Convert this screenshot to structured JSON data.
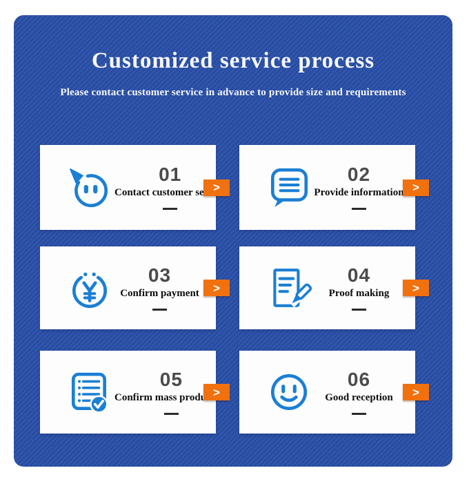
{
  "header": {
    "title": "Customized service process",
    "subtitle": "Please contact customer service in advance to provide size and requirements"
  },
  "steps": [
    {
      "number": "01",
      "label": "Contact customer service",
      "icon": "chat-face-icon"
    },
    {
      "number": "02",
      "label": "Provide information",
      "icon": "message-bubble-icon"
    },
    {
      "number": "03",
      "label": "Confirm payment",
      "icon": "yuan-coin-icon"
    },
    {
      "number": "04",
      "label": "Proof making",
      "icon": "document-pencil-icon"
    },
    {
      "number": "05",
      "label": "Confirm mass production",
      "icon": "checklist-check-icon"
    },
    {
      "number": "06",
      "label": "Good reception",
      "icon": "smiley-face-icon"
    }
  ],
  "arrow_glyph": ">",
  "colors": {
    "panel_blue": "#2c52a6",
    "stripe_blue": "#294b9e",
    "accent_orange": "#f1710f",
    "icon_blue": "#1b7fd4",
    "number_gray": "#4b4b4b",
    "text_black": "#0d0d0d",
    "card_white": "#fdfdfd"
  }
}
